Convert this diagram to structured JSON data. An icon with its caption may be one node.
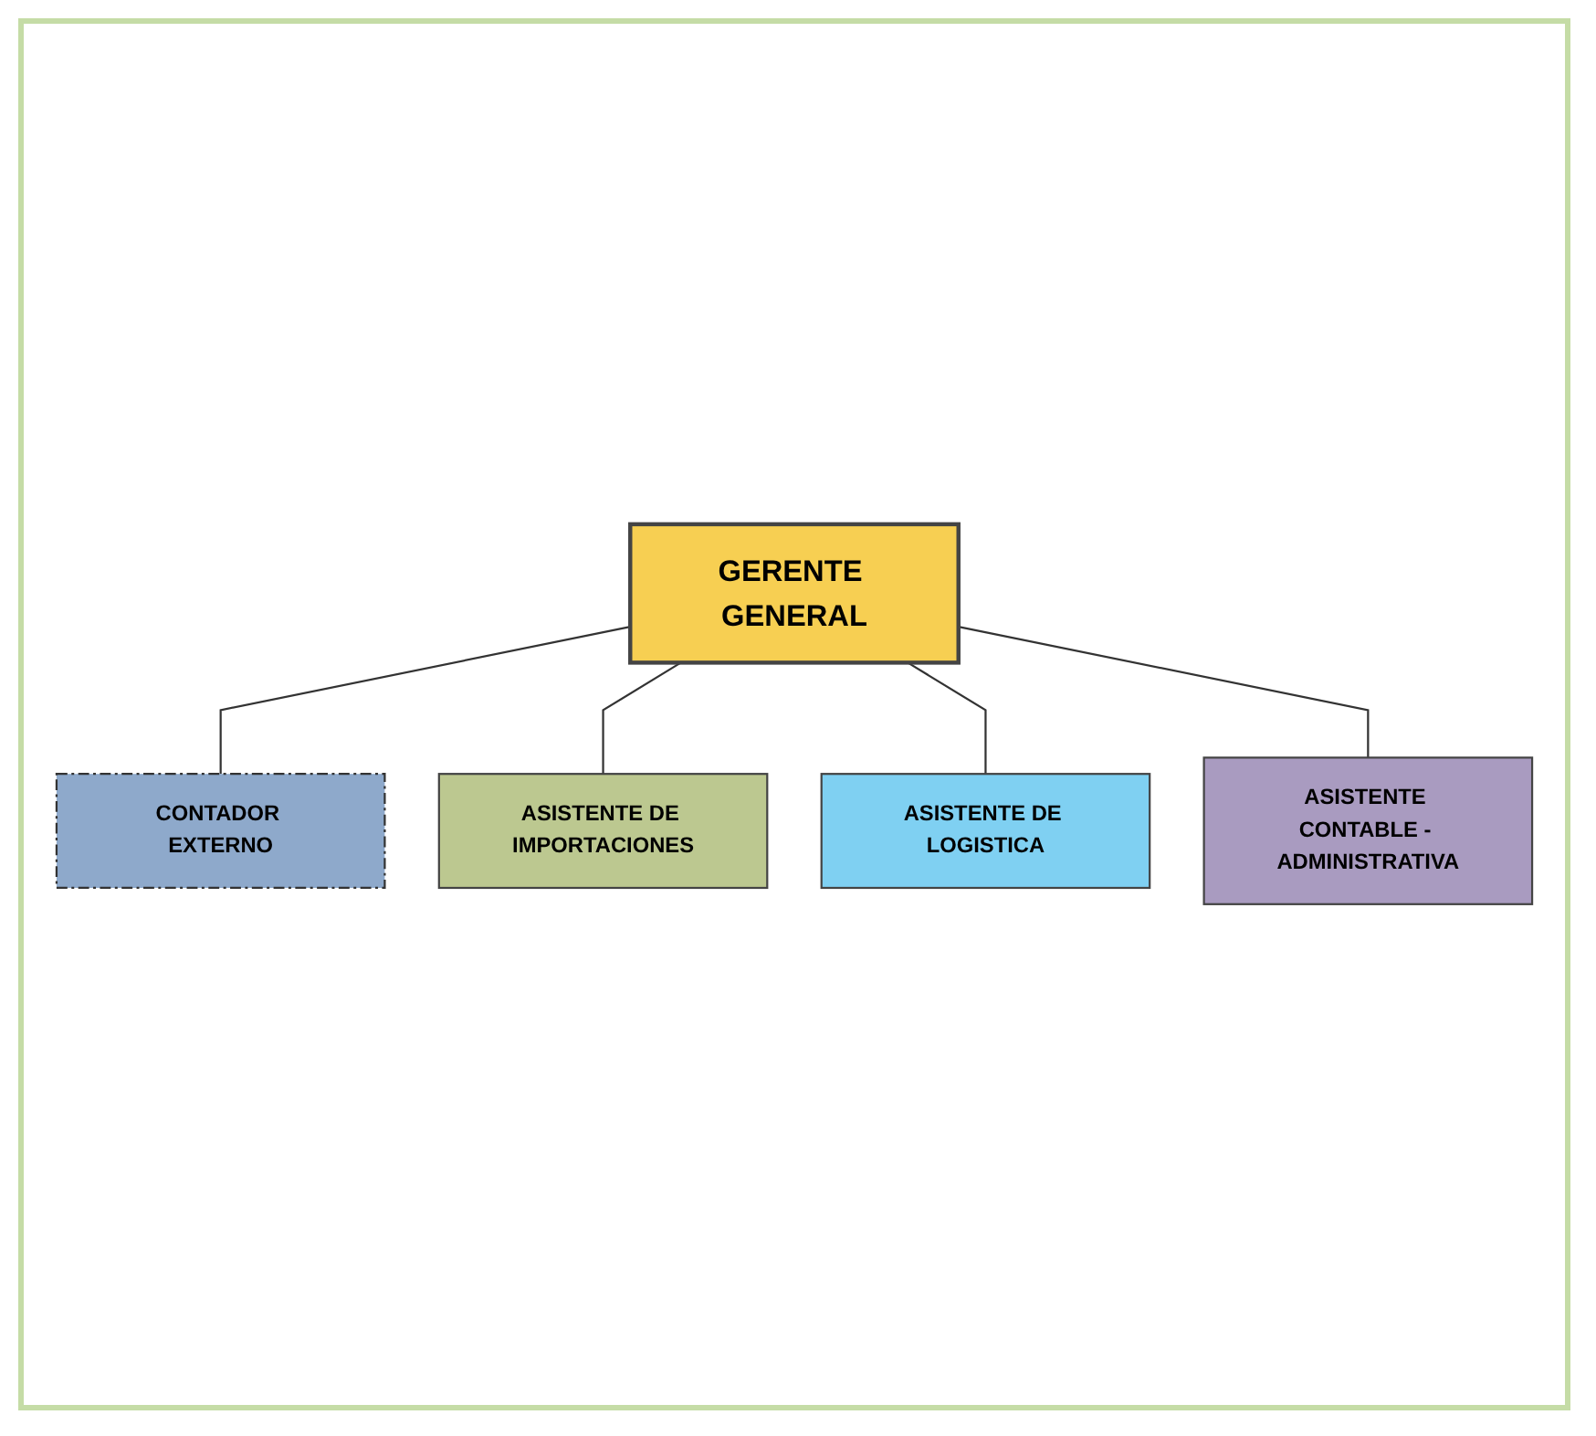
{
  "diagram": {
    "nodes": [
      {
        "text": [
          "GERENTE GENERAL"
        ]
      },
      {
        "text": [
          "CONTADOR EXTERNO"
        ]
      },
      {
        "text": [
          "ASISTENTE DE IMPORTACIONES"
        ]
      },
      {
        "text": [
          "ASISTENTE DE LOGISTICA"
        ]
      },
      {
        "text": [
          "ASISTENTE CONTABLE - ADMINISTRATIVA"
        ]
      }
    ],
    "edges": [
      {
        "from": 0,
        "to": 1,
        "arrow": "none"
      },
      {
        "from": 0,
        "to": 2,
        "arrow": "none"
      },
      {
        "from": 0,
        "to": 3,
        "arrow": "none"
      },
      {
        "from": 0,
        "to": 4,
        "arrow": "none"
      }
    ]
  }
}
